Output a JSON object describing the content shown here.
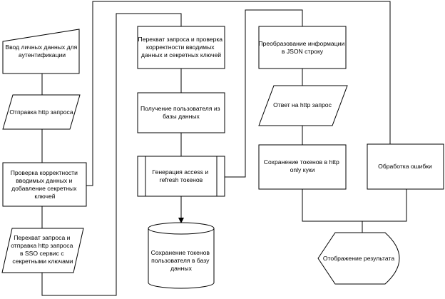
{
  "nodes": {
    "input": {
      "shape": "manual-input",
      "lines": [
        "Ввод личных данных для",
        "аутентификации"
      ]
    },
    "send": {
      "shape": "data",
      "lines": [
        "Отправка http запроса"
      ]
    },
    "validate": {
      "shape": "process",
      "lines": [
        "Проверка корректности",
        "вводимых данных и",
        "добавление секретных",
        "ключей"
      ]
    },
    "intercept1": {
      "shape": "data",
      "lines": [
        "Перехват запроса и",
        "отправка http запроса",
        "в SSO сервис с",
        "секретными ключами"
      ]
    },
    "intercept2": {
      "shape": "process",
      "lines": [
        "Перехват запроса и проверка",
        "корректности вводимых",
        "данных и секретных ключей"
      ]
    },
    "getuser": {
      "shape": "process",
      "lines": [
        "Получение пользователя из",
        "базы данных"
      ]
    },
    "gentokens": {
      "shape": "predefined-process",
      "lines": [
        "Генерация access и",
        "refresh токенов"
      ]
    },
    "savedb": {
      "shape": "database",
      "lines": [
        "Сохранение токенов",
        "пользователя в базу",
        "данных"
      ]
    },
    "tojson": {
      "shape": "process",
      "lines": [
        "Преобразование информации",
        "в JSON строку"
      ]
    },
    "response": {
      "shape": "data",
      "lines": [
        "Ответ на http запрос"
      ]
    },
    "cookies": {
      "shape": "process",
      "lines": [
        "Сохранение токенов в http",
        "only куки"
      ]
    },
    "error": {
      "shape": "process",
      "lines": [
        "Обработка ошибки"
      ]
    },
    "display": {
      "shape": "display",
      "lines": [
        "Отображение результата"
      ]
    }
  },
  "colors": {
    "stroke": "#000000",
    "fill": "#ffffff",
    "text": "#000000"
  }
}
